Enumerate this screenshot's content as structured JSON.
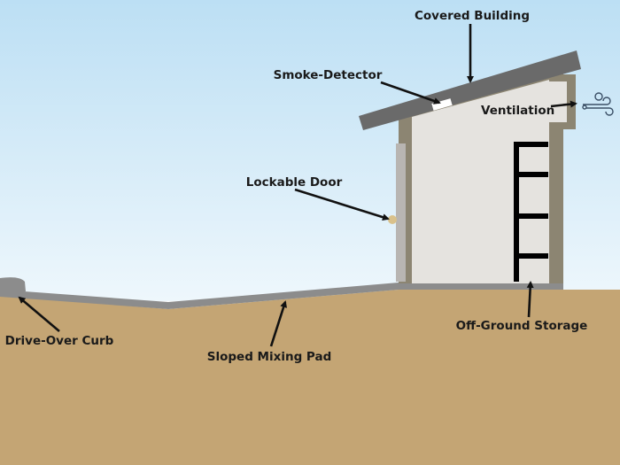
{
  "labels": {
    "covered_building": "Covered Building",
    "smoke_detector": "Smoke-Detector",
    "ventilation": "Ventilation",
    "lockable_door": "Lockable Door",
    "drive_over_curb": "Drive-Over Curb",
    "sloped_mixing_pad": "Sloped Mixing Pad",
    "off_ground_storage": "Off-Ground Storage"
  },
  "icons": {
    "ventilation": "wind-icon"
  },
  "colors": {
    "sky_top": "#bcdff4",
    "sky_bottom": "#eef7fc",
    "ground": "#c4a574",
    "pad": "#8c8c8c",
    "roof": "#6a6a6a",
    "wall": "#8c8572",
    "interior": "#e5e3df",
    "door": "#b8b5b2",
    "knob": "#d9c18b",
    "shelf": "#000000"
  }
}
